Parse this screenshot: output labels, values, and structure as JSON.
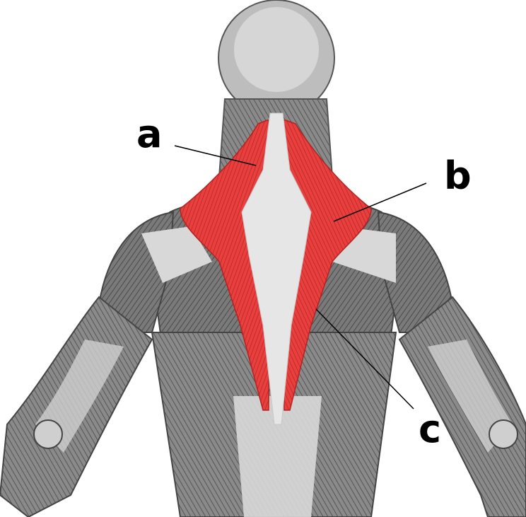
{
  "colors": {
    "muscle": "#e8403e",
    "muscle_dark": "#b5221f",
    "body": "#6e6e6e",
    "body_light": "#c9c9c9",
    "tendon": "#e2e2e2",
    "line": "#000000"
  },
  "labels": {
    "a": "a",
    "b": "b",
    "c": "c"
  },
  "illustration": {
    "subject": "trapezius-back-view"
  }
}
